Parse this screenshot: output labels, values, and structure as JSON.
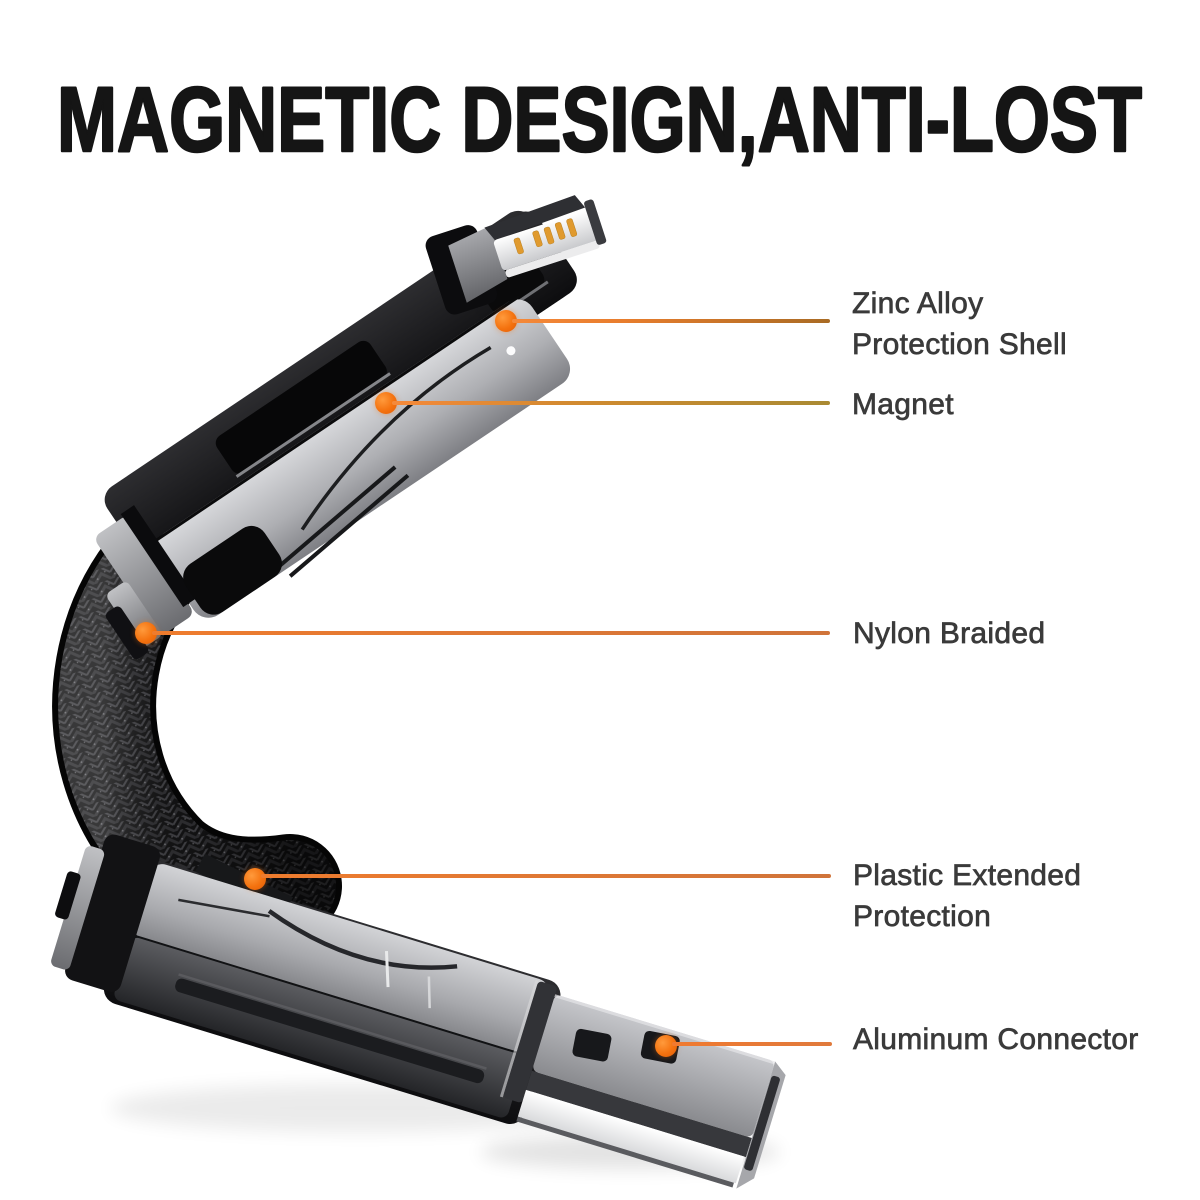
{
  "title": {
    "text": "MAGNETIC DESIGN,ANTI-LOST"
  },
  "colors": {
    "background": "#ffffff",
    "title_text": "#151515",
    "label_text": "#3a3a3a",
    "accent_orange": "#ee7c2e",
    "callout_dot": "#f4720f",
    "callout_line_end_gold": "#ab8c35"
  },
  "annotations": [
    {
      "part": "zinc-alloy-protection-shell",
      "label": "Zinc Alloy\nProtection Shell"
    },
    {
      "part": "magnet",
      "label": "Magnet"
    },
    {
      "part": "nylon-braided",
      "label": "Nylon Braided"
    },
    {
      "part": "plastic-extended-protection",
      "label": "Plastic Extended\nProtection"
    },
    {
      "part": "aluminum-connector",
      "label": "Aluminum Connector"
    }
  ]
}
